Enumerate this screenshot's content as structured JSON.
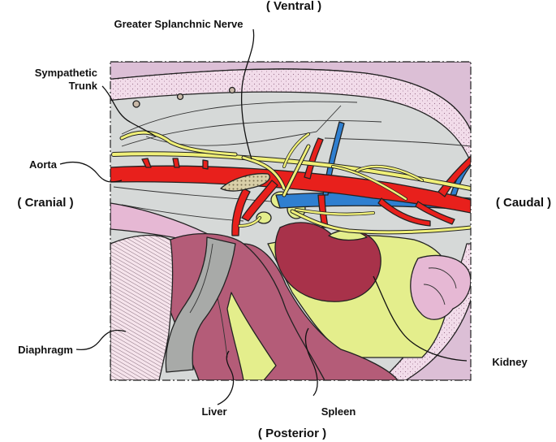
{
  "orientation": {
    "ventral": "( Ventral )",
    "cranial": "( Cranial )",
    "caudal": "( Caudal )",
    "posterior": "( Posterior )"
  },
  "labels": {
    "greater_splanchnic_nerve": "Greater Splanchnic Nerve",
    "sympathetic_trunk_line1": "Sympathetic",
    "sympathetic_trunk_line2": "Trunk",
    "aorta": "Aorta",
    "diaphragm": "Diaphragm",
    "liver": "Liver",
    "spleen": "Spleen",
    "kidney": "Kidney"
  },
  "colors": {
    "body_wall": "#dcbfd6",
    "fat_layer": "#f2dcea",
    "cavity": "#d6d9d8",
    "aorta": "#e8201c",
    "vein": "#2f7fd0",
    "nerve": "#f0f078",
    "kidney": "#a8324a",
    "spleen_liver": "#b45c78",
    "fat_yellow": "#e4ee8c",
    "intestine": "#e6b8d4",
    "diaphragm": "#f3dfe8",
    "retractor": "#a8aaa8"
  }
}
